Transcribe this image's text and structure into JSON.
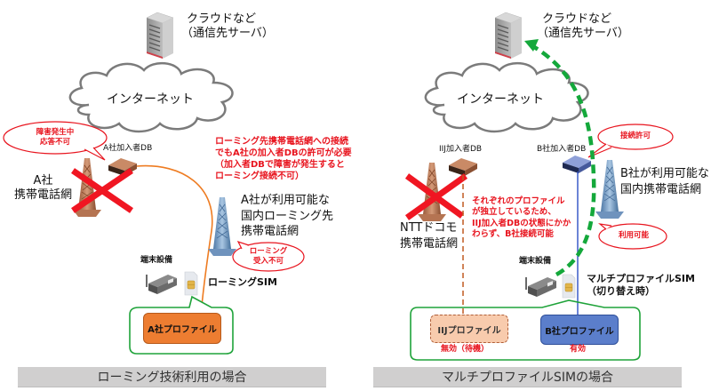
{
  "left_panel": {
    "cloud_label_line1": "クラウドなど",
    "cloud_label_line2": "（通信先サーバ）",
    "internet_label": "インターネット",
    "failure_bubble_line1": "障害発生中",
    "failure_bubble_line2": "応答不可",
    "db_label": "A社加入者DB",
    "network_label_line1": "A社",
    "network_label_line2": "携帯電話網",
    "note_lines": [
      "ローミング先携帯電話網への接続",
      "でもA社の加入者DBの許可が必要",
      "（加入者DBで障害が発生すると",
      "ローミング接続不可）"
    ],
    "roaming_network_line1": "A社が利用可能な",
    "roaming_network_line2": "国内ローミング先",
    "roaming_network_line3": "携帯電話網",
    "roaming_bubble_line1": "ローミング",
    "roaming_bubble_line2": "受入不可",
    "device_label": "端末設備",
    "sim_label": "ローミングSIM",
    "profile_label": "A社プロファイル",
    "footer": "ローミング技術利用の場合"
  },
  "right_panel": {
    "cloud_label_line1": "クラウドなど",
    "cloud_label_line2": "（通信先サーバ）",
    "internet_label": "インターネット",
    "iij_db_label": "IIJ加入者DB",
    "b_db_label": "B社加入者DB",
    "permit_bubble": "接続許可",
    "b_network_line1": "B社が利用可能な",
    "b_network_line2": "国内携帯電話網",
    "ntt_network_line1": "NTTドコモ",
    "ntt_network_line2": "携帯電話網",
    "note_lines": [
      "それぞれのプロファイル",
      "が独立しているため、",
      "IIJ加入者DBの状態にかか",
      "わらず、B社接続可能"
    ],
    "available_bubble": "利用可能",
    "device_label": "端末設備",
    "sim_label_line1": "マルチプロファイルSIM",
    "sim_label_line2": "（切り替え時）",
    "iij_profile_label": "IIJプロファイル",
    "iij_profile_status": "無効（待機）",
    "b_profile_label": "B社プロファイル",
    "b_profile_status": "有効",
    "footer": "マルチプロファイルSIMの場合"
  },
  "colors": {
    "alert_red": "#e8141e",
    "roaming_line_orange": "#ee7c22",
    "sim_frame_green": "#1fa33a",
    "active_path_green": "#14a83b",
    "b_line_blue": "#2e4fc4",
    "a_profile_fill": "#ed7d31",
    "iij_profile_fill": "#f8cbad",
    "b_profile_fill": "#5b7ecb",
    "footer_gray": "#d0cfcf"
  }
}
